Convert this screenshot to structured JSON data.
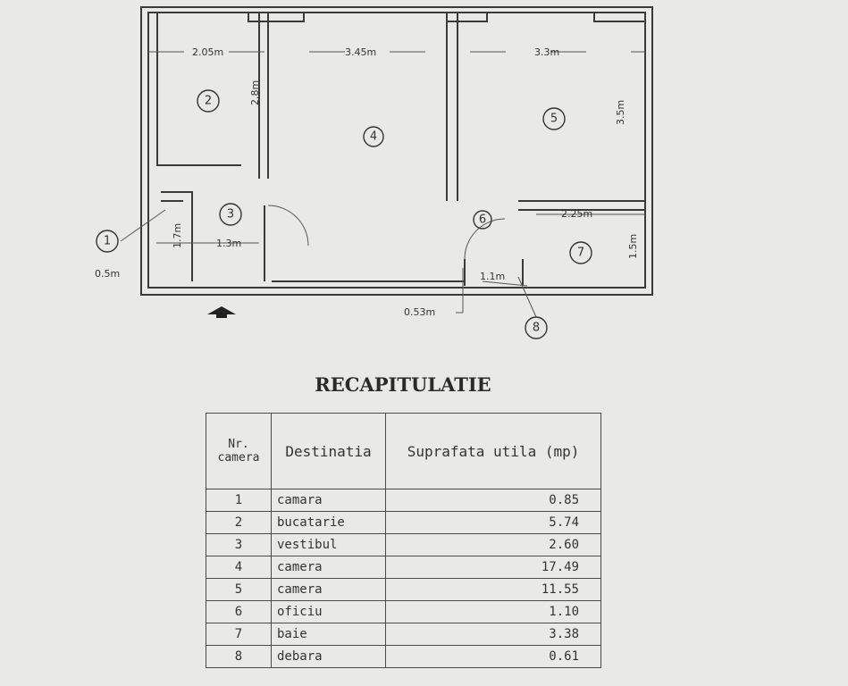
{
  "plan": {
    "dimensions": {
      "d1": "2.05m",
      "d2": "3.45m",
      "d3": "3.3m",
      "d4": "2.8m",
      "d5": "3.5m",
      "d6": "2.25m",
      "d7": "1.5m",
      "d8": "1.3m",
      "d9": "1.7m",
      "d10": "0.5m",
      "d11": "0.53m",
      "d12": "1.1m"
    },
    "rooms": [
      "1",
      "2",
      "3",
      "4",
      "5",
      "6",
      "7",
      "8"
    ]
  },
  "summary": {
    "title": "RECAPITULATIE",
    "headers": {
      "nr": "Nr. camera",
      "dest": "Destinatia",
      "area": "Suprafata utila (mp)"
    },
    "rows": [
      {
        "nr": "1",
        "dest": "camara",
        "area": "0.85"
      },
      {
        "nr": "2",
        "dest": "bucatarie",
        "area": "5.74"
      },
      {
        "nr": "3",
        "dest": "vestibul",
        "area": "2.60"
      },
      {
        "nr": "4",
        "dest": "camera",
        "area": "17.49"
      },
      {
        "nr": "5",
        "dest": "camera",
        "area": "11.55"
      },
      {
        "nr": "6",
        "dest": "oficiu",
        "area": "1.10"
      },
      {
        "nr": "7",
        "dest": "baie",
        "area": "3.38"
      },
      {
        "nr": "8",
        "dest": "debara",
        "area": "0.61"
      }
    ]
  }
}
